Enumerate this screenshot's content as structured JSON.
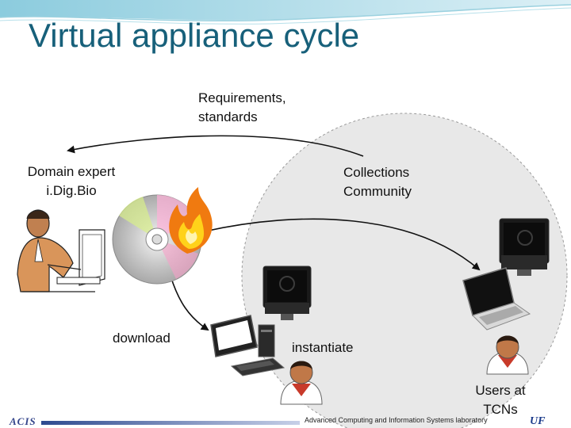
{
  "slide": {
    "title": "Virtual appliance cycle"
  },
  "labels": {
    "requirements_line1": "Requirements,",
    "requirements_line2": "standards",
    "domain_expert_line1": "Domain expert",
    "domain_expert_line2": "i.Dig.Bio",
    "collections_line1": "Collections",
    "collections_line2": "Community",
    "download": "download",
    "instantiate": "instantiate",
    "users_line1": "Users at",
    "users_line2": "TCNs"
  },
  "footer": {
    "lab_name": "Advanced Computing and Information Systems laboratory",
    "acis_logo": "ACIS",
    "uf_logo": "UF"
  },
  "colors": {
    "title": "#17607a",
    "circle_fill": "#e8e8e8",
    "accent_bar": "#2e4a8f",
    "flame": "#f07a10"
  },
  "icons": [
    "cd-icon",
    "flame-icon",
    "person-at-computer-icon",
    "monitor-icon",
    "laptop-icon",
    "desktop-pc-icon",
    "user-icon"
  ]
}
